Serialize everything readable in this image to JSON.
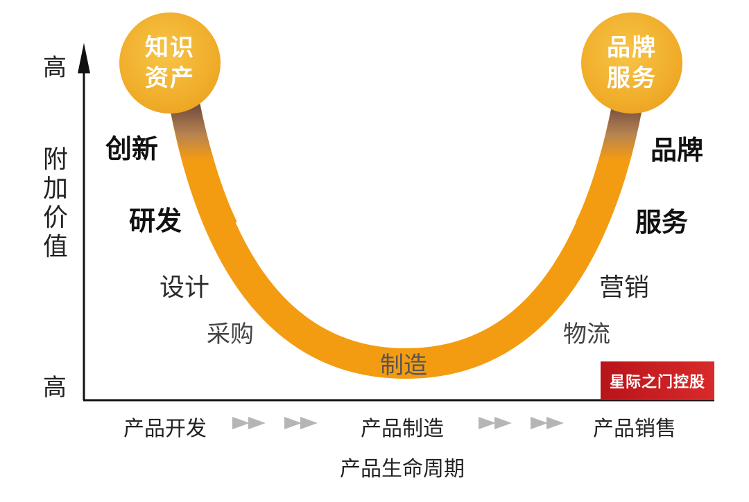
{
  "y_axis": {
    "top_label": "高",
    "bottom_label": "高",
    "title": "附加价值"
  },
  "x_axis": {
    "phases": [
      "产品开发",
      "产品制造",
      "产品销售"
    ],
    "title": "产品生命周期"
  },
  "left_peak": {
    "line1": "知识",
    "line2": "资产"
  },
  "right_peak": {
    "line1": "品牌",
    "line2": "服务"
  },
  "left_activities": [
    "创新",
    "研发",
    "设计",
    "采购"
  ],
  "bottom_activity": "制造",
  "right_activities": [
    "品牌",
    "服务",
    "营销",
    "物流"
  ],
  "watermark": "星际之门控股",
  "colors": {
    "curve": "#f39c12",
    "curve_dark": "#7a5a4a",
    "circle": "#f0ad2a",
    "arrow": "#b5b5b5",
    "watermark": "#c8171d"
  }
}
